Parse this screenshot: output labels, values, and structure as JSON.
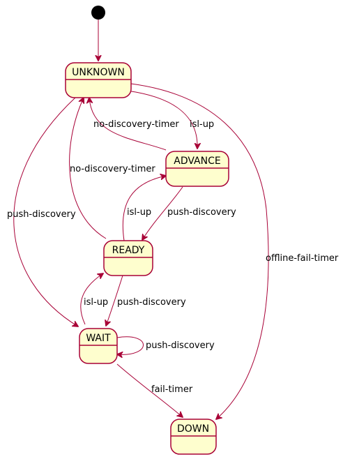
{
  "diagram": {
    "states": {
      "unknown": "UNKNOWN",
      "advance": "ADVANCE",
      "ready": "READY",
      "wait": "WAIT",
      "down": "DOWN"
    },
    "transitions": {
      "unknown_to_advance": "isl-up",
      "advance_to_unknown": "no-discovery-timer",
      "ready_to_unknown": "no-discovery-timer",
      "unknown_to_wait": "push-discovery",
      "ready_to_advance": "isl-up",
      "advance_to_ready": "push-discovery",
      "unknown_to_down": "offline-fail-timer",
      "wait_to_ready": "isl-up",
      "ready_to_wait": "push-discovery",
      "wait_self": "push-discovery",
      "wait_to_down": "fail-timer"
    },
    "colors": {
      "state_fill": "#FEFECE",
      "stroke": "#A80036",
      "initial": "#000000"
    }
  }
}
